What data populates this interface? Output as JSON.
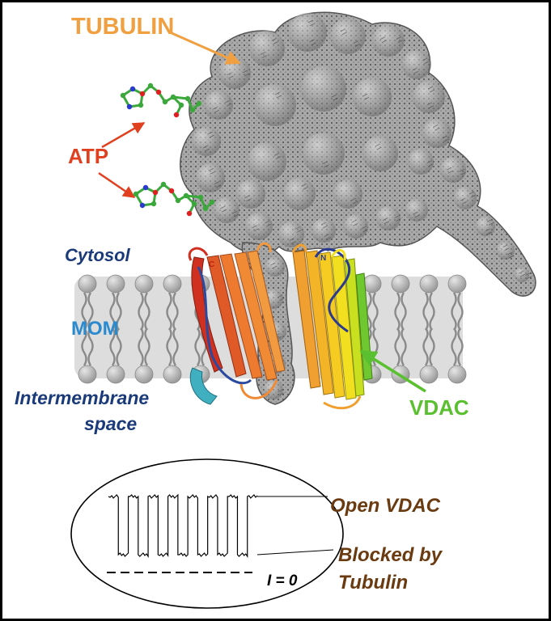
{
  "labels": {
    "tubulin": "TUBULIN",
    "atp": "ATP",
    "cytosol": "Cytosol",
    "mom": "MOM",
    "intermembrane_line1": "Intermembrane",
    "intermembrane_line2": "space",
    "vdac": "VDAC",
    "open_vdac": "Open VDAC",
    "blocked_line1": "Blocked by",
    "blocked_line2": "Tubulin",
    "i_zero": "I = 0",
    "strand_c": "C",
    "strand_n": "N"
  },
  "colors": {
    "tubulin_label": "#f0a040",
    "atp_label": "#e04020",
    "cytosol_label": "#1a3a7a",
    "mom_label": "#2a8ad0",
    "intermembrane_label": "#1a3a7a",
    "vdac_label": "#5ac030",
    "trace_label": "#6a3a10",
    "membrane_band": "#d8d8d8",
    "lipid_head": "#bcbcbc",
    "protein_surface": "#9a9a9a"
  },
  "trace": {
    "levels": [
      "open",
      "blocked",
      "open",
      "blocked",
      "open",
      "blocked",
      "open",
      "blocked",
      "open",
      "blocked",
      "open",
      "blocked",
      "open",
      "blocked",
      "open"
    ]
  }
}
